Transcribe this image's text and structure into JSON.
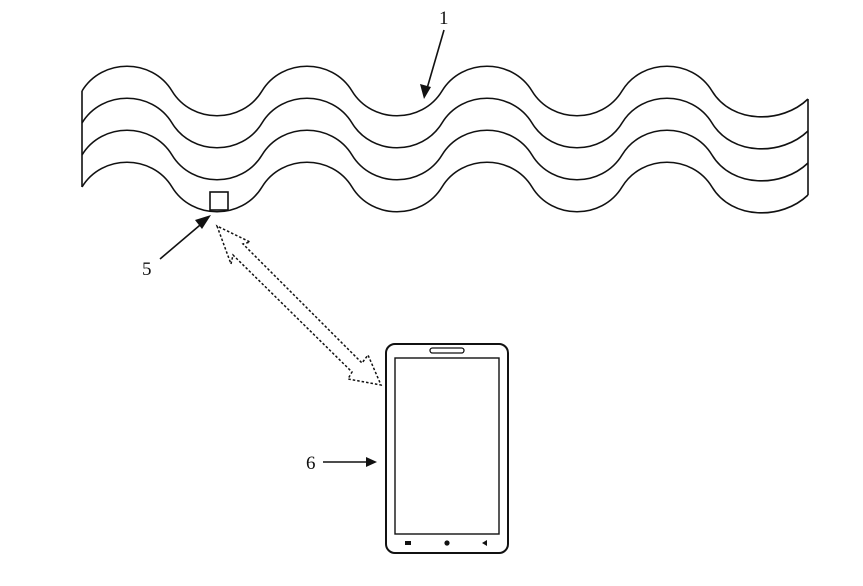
{
  "diagram": {
    "labels": {
      "fabric": "1",
      "sensor": "5",
      "phone": "6"
    },
    "icons": {
      "fabric": "wavy-fabric-strip",
      "sensor": "square-sensor",
      "link": "dotted-double-arrow",
      "phone": "smartphone",
      "nav": [
        "square-nav-icon",
        "circle-nav-icon",
        "triangle-back-icon"
      ]
    },
    "colors": {
      "ink": "#111111",
      "background": "#ffffff"
    }
  }
}
